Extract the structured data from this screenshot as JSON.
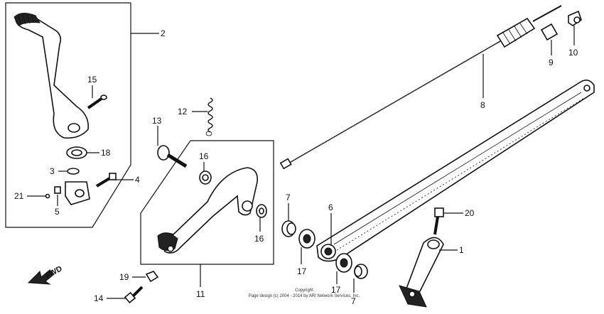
{
  "diagram": {
    "callouts": [
      {
        "id": "c1",
        "text": "1"
      },
      {
        "id": "c2",
        "text": "2"
      },
      {
        "id": "c3",
        "text": "3"
      },
      {
        "id": "c4",
        "text": "4"
      },
      {
        "id": "c5",
        "text": "5"
      },
      {
        "id": "c6",
        "text": "6"
      },
      {
        "id": "c7a",
        "text": "7"
      },
      {
        "id": "c7b",
        "text": "7"
      },
      {
        "id": "c8",
        "text": "8"
      },
      {
        "id": "c9",
        "text": "9"
      },
      {
        "id": "c10",
        "text": "10"
      },
      {
        "id": "c11",
        "text": "11"
      },
      {
        "id": "c12",
        "text": "12"
      },
      {
        "id": "c13",
        "text": "13"
      },
      {
        "id": "c14",
        "text": "14"
      },
      {
        "id": "c15",
        "text": "15"
      },
      {
        "id": "c16a",
        "text": "16"
      },
      {
        "id": "c16b",
        "text": "16"
      },
      {
        "id": "c17a",
        "text": "17"
      },
      {
        "id": "c17b",
        "text": "17"
      },
      {
        "id": "c18",
        "text": "18"
      },
      {
        "id": "c19",
        "text": "19"
      },
      {
        "id": "c20",
        "text": "20"
      },
      {
        "id": "c21",
        "text": "21"
      }
    ],
    "fwd_label": "FWD",
    "copyright_line1": "Copyright",
    "copyright_line2": "Page design (c) 2004 - 2014 by ARI Network Services, Inc."
  }
}
